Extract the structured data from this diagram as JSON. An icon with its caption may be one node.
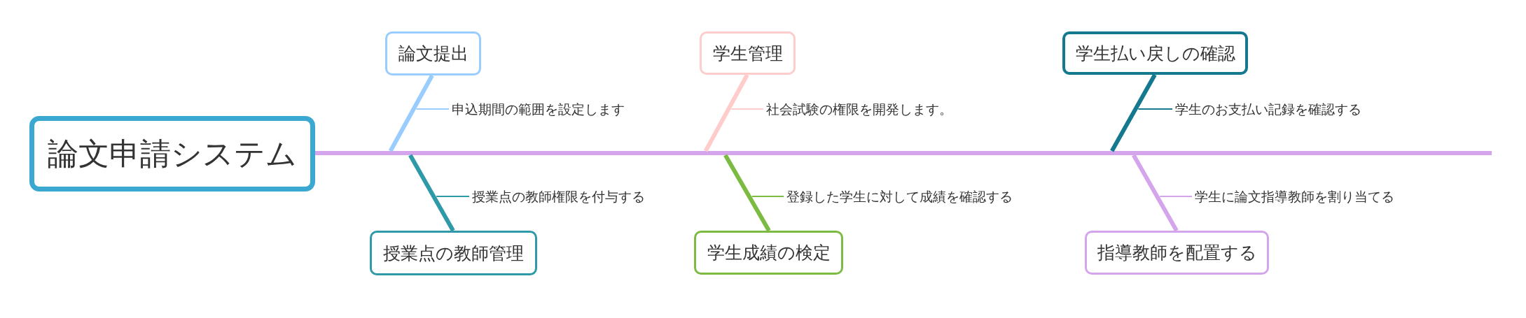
{
  "diagram": {
    "nodes": [
      {
        "text": [
          "論文申請システム"
        ]
      },
      {
        "text": [
          "論文提出"
        ]
      },
      {
        "text": [
          "申込期間の範囲を設定します"
        ]
      },
      {
        "text": [
          "授業点の教師管理"
        ]
      },
      {
        "text": [
          "授業点の教師権限を付与する"
        ]
      },
      {
        "text": [
          "学生管理"
        ]
      },
      {
        "text": [
          "社会試験の権限を開発します。"
        ]
      },
      {
        "text": [
          "学生成績の検定"
        ]
      },
      {
        "text": [
          "登録した学生に対して成績を確認する"
        ]
      },
      {
        "text": [
          "学生払い戻しの確認"
        ]
      },
      {
        "text": [
          "学生のお支払い記録を確認する"
        ]
      },
      {
        "text": [
          "指導教師を配置する"
        ]
      },
      {
        "text": [
          "学生に論文指導教師を割り当てる"
        ]
      }
    ],
    "edges": [
      {
        "from": 0,
        "to": null,
        "arrow": "none",
        "color": "#d4a5ec"
      },
      {
        "from": null,
        "to": 1,
        "arrow": "none",
        "color": "#99ccff"
      },
      {
        "from": null,
        "to": 2,
        "arrow": "none",
        "color": "#99ccff"
      },
      {
        "from": null,
        "to": 3,
        "arrow": "none",
        "color": "#2e9aa8"
      },
      {
        "from": null,
        "to": 4,
        "arrow": "none",
        "color": "#2e9aa8"
      },
      {
        "from": null,
        "to": 5,
        "arrow": "none",
        "color": "#ffcccc"
      },
      {
        "from": null,
        "to": 6,
        "arrow": "none",
        "color": "#ffcccc"
      },
      {
        "from": null,
        "to": 7,
        "arrow": "none",
        "color": "#7cbb42"
      },
      {
        "from": null,
        "to": 8,
        "arrow": "none",
        "color": "#7cbb42"
      },
      {
        "from": null,
        "to": 9,
        "arrow": "none",
        "color": "#14798f"
      },
      {
        "from": null,
        "to": 10,
        "arrow": "none",
        "color": "#14798f"
      },
      {
        "from": null,
        "to": 11,
        "arrow": "none",
        "color": "#d4a5ec"
      },
      {
        "from": null,
        "to": 12,
        "arrow": "none",
        "color": "#d4a5ec"
      }
    ]
  }
}
